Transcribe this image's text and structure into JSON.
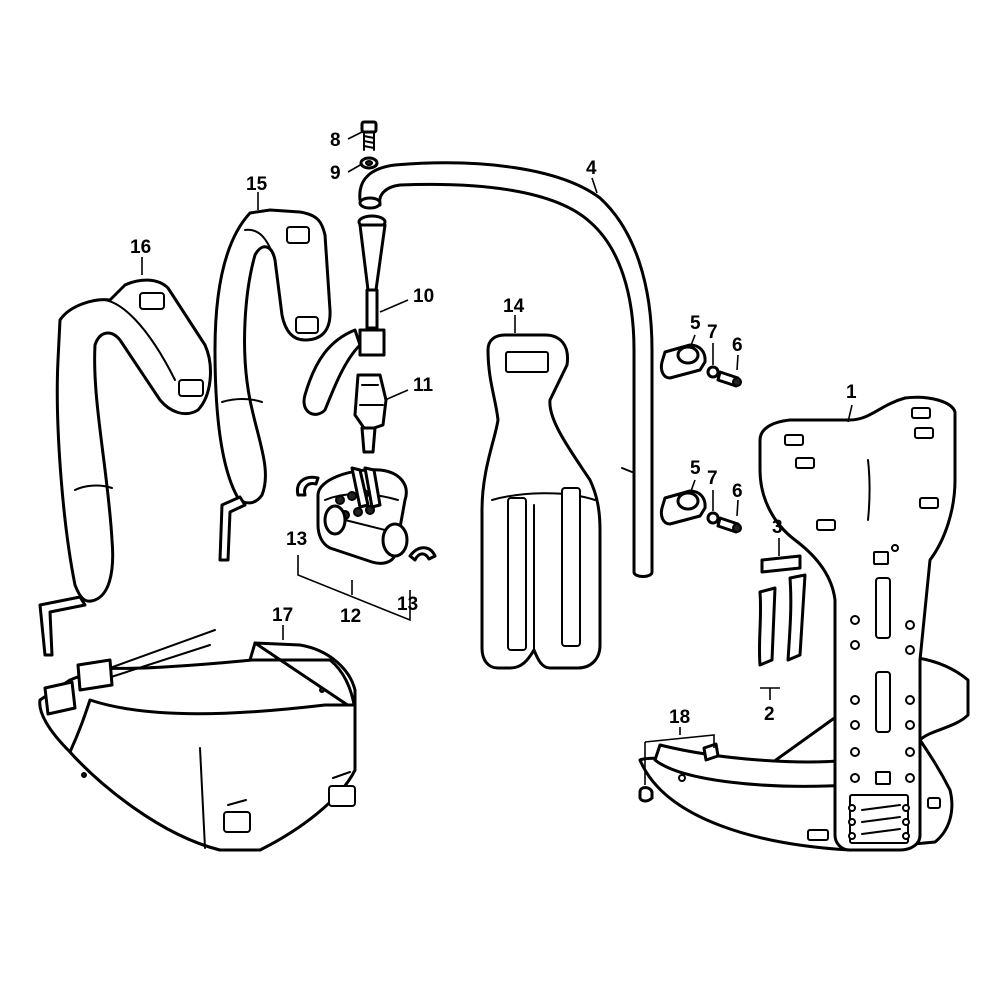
{
  "diagram": {
    "type": "exploded parts diagram",
    "callouts": [
      {
        "id": "c1",
        "label": "1"
      },
      {
        "id": "c2",
        "label": "2"
      },
      {
        "id": "c3",
        "label": "3"
      },
      {
        "id": "c4",
        "label": "4"
      },
      {
        "id": "c5a",
        "label": "5"
      },
      {
        "id": "c5b",
        "label": "5"
      },
      {
        "id": "c6a",
        "label": "6"
      },
      {
        "id": "c6b",
        "label": "6"
      },
      {
        "id": "c7a",
        "label": "7"
      },
      {
        "id": "c7b",
        "label": "7"
      },
      {
        "id": "c8",
        "label": "8"
      },
      {
        "id": "c9",
        "label": "9"
      },
      {
        "id": "c10",
        "label": "10"
      },
      {
        "id": "c11",
        "label": "11"
      },
      {
        "id": "c12",
        "label": "12"
      },
      {
        "id": "c13a",
        "label": "13"
      },
      {
        "id": "c13b",
        "label": "13"
      },
      {
        "id": "c14",
        "label": "14"
      },
      {
        "id": "c15",
        "label": "15"
      },
      {
        "id": "c16",
        "label": "16"
      },
      {
        "id": "c17",
        "label": "17"
      },
      {
        "id": "c18",
        "label": "18"
      }
    ]
  }
}
